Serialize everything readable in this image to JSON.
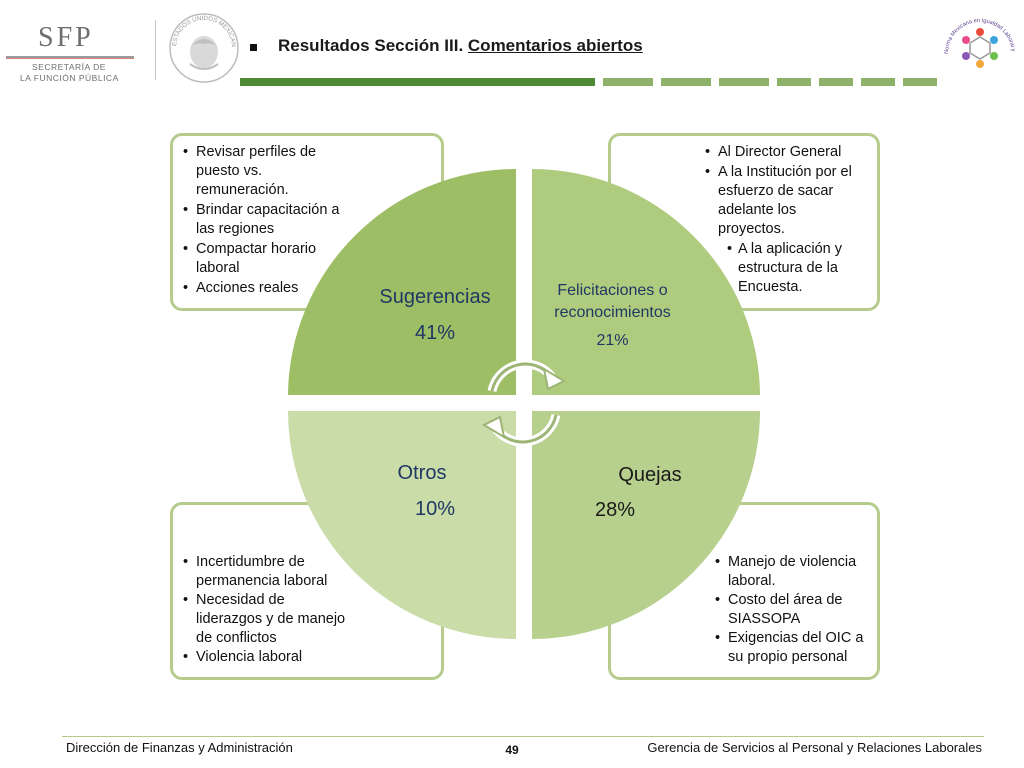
{
  "header": {
    "logo_text": "SFP",
    "logo_line1": "SECRETARÍA DE",
    "logo_line2": "LA FUNCIÓN PÚBLICA",
    "seal_text": "ESTADOS UNIDOS MEXICANOS",
    "title_prefix": "Resultados Sección III.",
    "title_underlined": "Comentarios abiertos",
    "norma_logo_text": "Norma Mexicana en Igualdad Laboral y No Discriminación"
  },
  "colors": {
    "dark_green": "#4e8a34",
    "quadrant_sugerencias": "#9dbe65",
    "quadrant_felicitaciones": "#afcb7e",
    "quadrant_otros": "#cadca8",
    "quadrant_quejas": "#b8d08e",
    "box_border": "#b5cc8c",
    "label_blue": "#1f3864"
  },
  "diagram": {
    "quadrants": [
      {
        "id": "sugerencias",
        "label": "Sugerencias",
        "percent": "41%"
      },
      {
        "id": "felicitaciones",
        "label": "Felicitaciones o reconocimientos",
        "percent": "21%"
      },
      {
        "id": "otros",
        "label": "Otros",
        "percent": "10%"
      },
      {
        "id": "quejas",
        "label": "Quejas",
        "percent": "28%"
      }
    ],
    "boxes": {
      "top_left": [
        "Revisar perfiles de puesto vs. remuneración.",
        "Brindar capacitación a las regiones",
        "Compactar horario laboral",
        "Acciones reales"
      ],
      "top_right": {
        "items": [
          "Al Director General",
          "A la  Institución por el esfuerzo de sacar adelante los proyectos."
        ],
        "sub_items": [
          "A la aplicación y estructura de la Encuesta."
        ]
      },
      "bottom_left": [
        "Incertidumbre de permanencia laboral",
        "Necesidad de liderazgos y de manejo de conflictos",
        "Violencia laboral"
      ],
      "bottom_right": [
        "Manejo de violencia laboral.",
        "Costo del área de SIASSOPA",
        "Exigencias del OIC a su propio personal"
      ]
    }
  },
  "footer": {
    "left": "Dirección de Finanzas y Administración",
    "page": "49",
    "right": "Gerencia de Servicios al Personal y Relaciones Laborales"
  }
}
